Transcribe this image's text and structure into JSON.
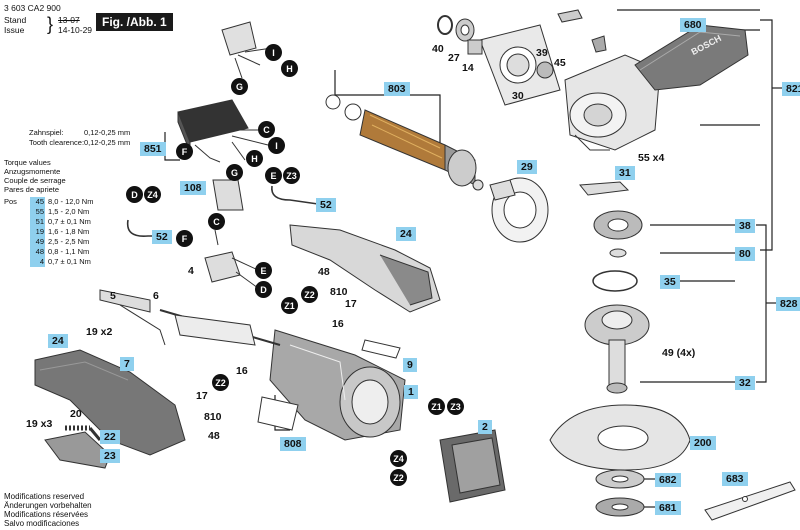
{
  "header": {
    "doc_number": "3 603 CA2 900",
    "stand_label": "Stand",
    "stand_value": "13-07",
    "issue_label": "Issue",
    "issue_value": "14-10-29",
    "fig_label": "Fig. /Abb. 1"
  },
  "tooth_notes": {
    "line1_label": "Zahnspiel:",
    "line1_value": "0,12-0,25 mm",
    "line2_label": "Tooth clearence:",
    "line2_value": "0,12-0,25 mm"
  },
  "torque": {
    "lines": [
      "Torque values",
      "Anzugsmomente",
      "Couple de serrage",
      "Pares de apriete"
    ],
    "pos_label": "Pos",
    "rows": [
      {
        "pos": "45",
        "value": "8,0 - 12,0 Nm"
      },
      {
        "pos": "55",
        "value": "1,5 - 2,0 Nm"
      },
      {
        "pos": "51",
        "value": "0,7 ± 0,1 Nm"
      },
      {
        "pos": "19",
        "value": "1,6 - 1,8 Nm"
      },
      {
        "pos": "49",
        "value": "2,5 - 2,5 Nm"
      },
      {
        "pos": "48",
        "value": "0,8 - 1,1 Nm"
      },
      {
        "pos": "4",
        "value": "0,7 ± 0,1 Nm"
      }
    ]
  },
  "footer": {
    "lines": [
      "Modifications reserved",
      "Änderungen vorbehalten",
      "Modifications réservées",
      "Salvo modificaciones"
    ]
  },
  "parts": {
    "p1": "1",
    "p2": "2",
    "p4": "4",
    "p5": "5",
    "p6": "6",
    "p7": "7",
    "p9": "9",
    "p14": "14",
    "p16a": "16",
    "p16b": "16",
    "p17a": "17",
    "p17b": "17",
    "p19a": "19",
    "p19a_qty": "x2",
    "p19b": "19",
    "p19b_qty": "x3",
    "p20": "20",
    "p22": "22",
    "p23": "23",
    "p24a": "24",
    "p24b": "24",
    "p27": "27",
    "p29": "29",
    "p30": "30",
    "p31": "31",
    "p32": "32",
    "p35": "35",
    "p38": "38",
    "p39": "39",
    "p40": "40",
    "p45": "45",
    "p48a": "48",
    "p48b": "48",
    "p49": "49",
    "p49_qty": "(4x)",
    "p52a": "52",
    "p52b": "52",
    "p55": "55",
    "p55_qty": "x4",
    "p80": "80",
    "p108": "108",
    "p200": "200",
    "p680": "680",
    "p681": "681",
    "p682": "682",
    "p683": "683",
    "p803": "803",
    "p808": "808",
    "p810a": "810",
    "p810b": "810",
    "p821": "821",
    "p828": "828",
    "p851": "851"
  },
  "connectors": {
    "I_top": "I",
    "H_top": "H",
    "G_top": "G",
    "C_851": "C",
    "I_851": "I",
    "F_851": "F",
    "H_851": "H",
    "G_851": "G",
    "E_108": "E",
    "Z3_108": "Z3",
    "D_left": "D",
    "Z4_left": "Z4",
    "C_4": "C",
    "F_4": "F",
    "E_4": "E",
    "D_4": "D",
    "Z1_16": "Z1",
    "Z2_16": "Z2",
    "Z2_810": "Z2",
    "Z1_2": "Z1",
    "Z3_2": "Z3",
    "Z4_2": "Z4",
    "Z2_2": "Z2"
  },
  "brand_text": "BOSCH"
}
